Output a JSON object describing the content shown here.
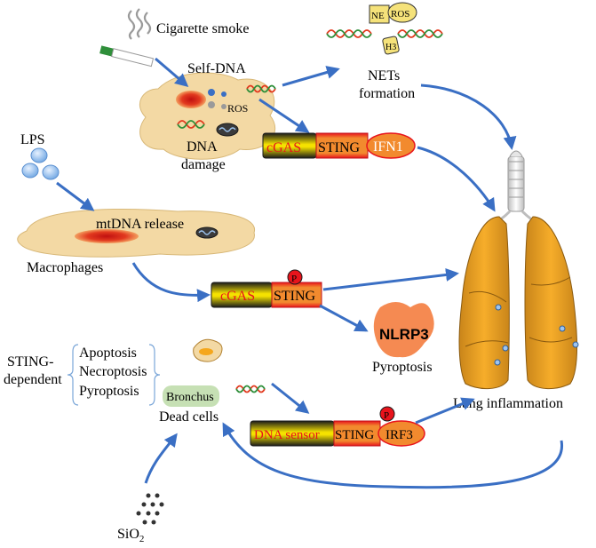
{
  "labels": {
    "cigarette_smoke": "Cigarette  smoke",
    "self_dna": "Self-DNA",
    "ros_cell": "ROS",
    "dna_damage_line1": "DNA",
    "dna_damage_line2": "damage",
    "nets_line1": "NETs",
    "nets_line2": "formation",
    "ne_box": "NE",
    "ros_net": "ROS",
    "h3_box": "H3",
    "lps": "LPS",
    "mtdna_release": "mtDNA release",
    "macrophages": "Macrophages",
    "sting_dependent_line1": "STING-",
    "sting_dependent_line2": "dependent",
    "apoptosis": "Apoptosis",
    "necroptosis": "Necroptosis",
    "pyroptosis_list": "Pyroptosis",
    "bronchus": "Bronchus",
    "dead_cells": "Dead cells",
    "nlrp3": "NLRP3",
    "pyroptosis": "Pyroptosis",
    "lung_inflammation": "Lung inflammation",
    "sio2_base": "SiO",
    "sio2_sub": "2",
    "p_badge": "P"
  },
  "pathways": {
    "top": {
      "sensor": "cGAS",
      "adaptor": "STING",
      "effector": "IFN1"
    },
    "middle": {
      "sensor": "cGAS",
      "adaptor": "STING"
    },
    "bottom": {
      "sensor": "DNA sensor",
      "adaptor": "STING",
      "effector": "IRF3"
    }
  },
  "colors": {
    "arrow": "#3a6fc4",
    "cell_fill": "#f3d9a4",
    "nucleus": "#e23a1f",
    "sensor_gradient_top": "#1a1a1a",
    "sensor_gradient_mid": "#f5e200",
    "sensor_text": "#e8141c",
    "sting_fill": "#f28a2e",
    "sting_stripe": "#e8141c",
    "effector_fill": "#f28a2e",
    "p_badge": "#e8141c",
    "nlrp3_fill": "#f58a52",
    "lung_fill": "#f5a71c",
    "bronchus_fill": "#c6e0b4",
    "droplet_fill": "#9ec5f0"
  },
  "icons": [
    "smoke-icon",
    "cigarette-icon",
    "mitochondrion-icon",
    "dna-strand-icon",
    "lungs-icon",
    "trachea-icon",
    "lps-droplet-icon",
    "silica-particles-icon",
    "dead-cell-icon"
  ]
}
